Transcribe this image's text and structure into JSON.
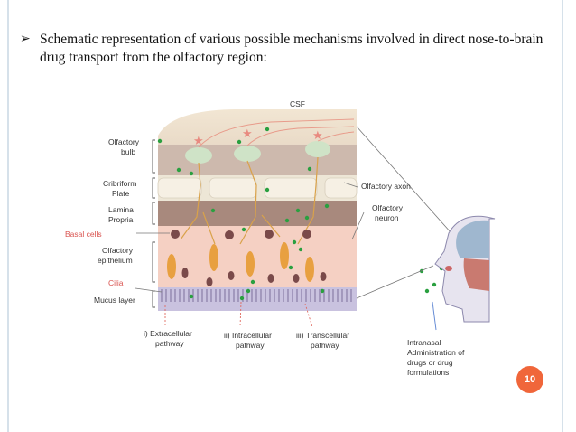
{
  "slide": {
    "bullet_symbol": "➢",
    "bullet_text": "Schematic representation of various possible mechanisms involved in direct nose-to-brain drug transport from the olfactory region:",
    "page_number": "10",
    "accent_color": "#f0663a"
  },
  "diagram": {
    "labels": {
      "csf": "CSF",
      "olfactory_bulb": [
        "Olfactory",
        "bulb"
      ],
      "cribriform_plate": [
        "Cribriform",
        "Plate"
      ],
      "lamina_propria": [
        "Lamina",
        "Propria"
      ],
      "basal_cells": "Basal cells",
      "olfactory_epithelium": [
        "Olfactory",
        "epithelium"
      ],
      "cilia": "Cilia",
      "mucus_layer": "Mucus layer",
      "olfactory_axon": "Olfactory axon",
      "olfactory_neuron": [
        "Olfactory",
        "neuron"
      ],
      "pathway_1": [
        "i) Extracellular",
        "pathway"
      ],
      "pathway_2": [
        "ii) Intracellular",
        "pathway"
      ],
      "pathway_3": [
        "iii) Transcellular",
        "pathway"
      ],
      "intranasal": [
        "Intranasal",
        "Administration of",
        "drugs or drug",
        "formulations"
      ]
    }
  }
}
